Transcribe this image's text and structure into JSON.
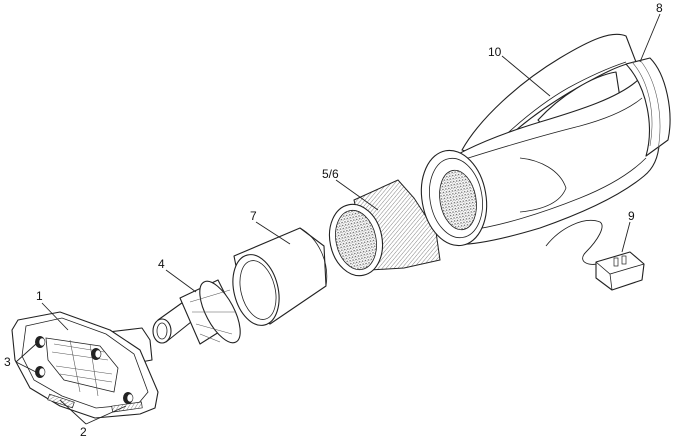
{
  "figure": {
    "callouts": [
      {
        "id": "c1",
        "text": "1"
      },
      {
        "id": "c2",
        "text": "2"
      },
      {
        "id": "c3",
        "text": "3"
      },
      {
        "id": "c4",
        "text": "4"
      },
      {
        "id": "c56",
        "text": "5/6"
      },
      {
        "id": "c7",
        "text": "7"
      },
      {
        "id": "c8",
        "text": "8"
      },
      {
        "id": "c9",
        "text": "9"
      },
      {
        "id": "c10",
        "text": "10"
      }
    ],
    "colors": {
      "line": "#222222",
      "filter_mesh": "#777777",
      "background": "#ffffff"
    }
  }
}
